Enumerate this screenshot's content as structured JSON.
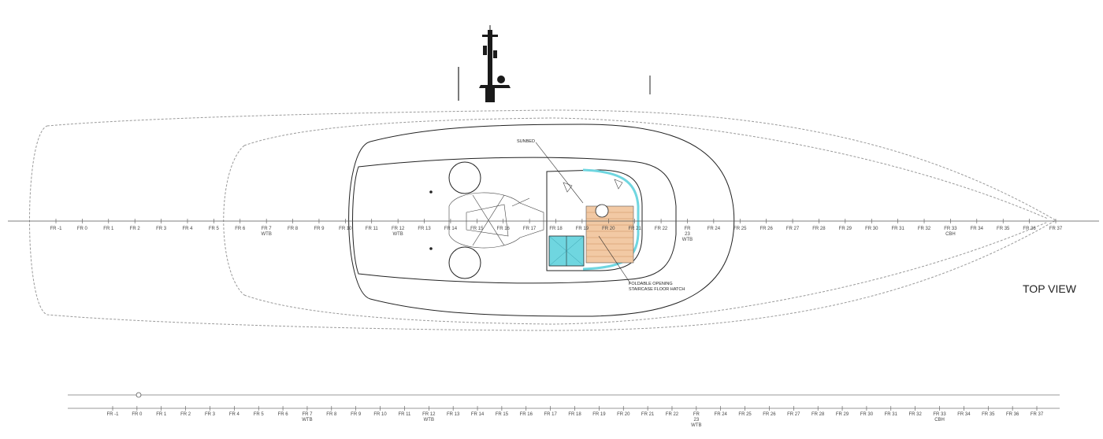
{
  "view_title": "TOP VIEW",
  "notes": {
    "sunbed": "SUNBED",
    "hatch_line1": "FOLDABLE OPENING",
    "hatch_line2": "STAIRCASE FLOOR HATCH"
  },
  "frames_top": [
    {
      "label": "FR -1"
    },
    {
      "label": "FR 0"
    },
    {
      "label": "FR 1"
    },
    {
      "label": "FR 2"
    },
    {
      "label": "FR 3"
    },
    {
      "label": "FR 4"
    },
    {
      "label": "FR 5"
    },
    {
      "label": "FR 6"
    },
    {
      "label": "FR 7",
      "sub": "WTB"
    },
    {
      "label": "FR 8"
    },
    {
      "label": "FR 9"
    },
    {
      "label": "FR 10"
    },
    {
      "label": "FR 11"
    },
    {
      "label": "FR 12",
      "sub": "WTB"
    },
    {
      "label": "FR 13"
    },
    {
      "label": "FR 14"
    },
    {
      "label": "FR 15"
    },
    {
      "label": "FR 16"
    },
    {
      "label": "FR 17"
    },
    {
      "label": "FR 18"
    },
    {
      "label": "FR 19"
    },
    {
      "label": "FR 20"
    },
    {
      "label": "FR 21"
    },
    {
      "label": "FR 22"
    },
    {
      "label": "FR",
      "sub": "23",
      "sub2": "WTB"
    },
    {
      "label": "FR 24"
    },
    {
      "label": "FR 25"
    },
    {
      "label": "FR 26"
    },
    {
      "label": "FR 27"
    },
    {
      "label": "FR 28"
    },
    {
      "label": "FR 29"
    },
    {
      "label": "FR 30"
    },
    {
      "label": "FR 31"
    },
    {
      "label": "FR 32"
    },
    {
      "label": "FR 33",
      "sub": "CBH"
    },
    {
      "label": "FR 34"
    },
    {
      "label": "FR 35"
    },
    {
      "label": "FR 36"
    },
    {
      "label": "FR 37"
    }
  ],
  "frames_bottom": [
    {
      "label": "FR -1"
    },
    {
      "label": "FR 0"
    },
    {
      "label": "FR 1"
    },
    {
      "label": "FR 2"
    },
    {
      "label": "FR 3"
    },
    {
      "label": "FR 4"
    },
    {
      "label": "FR 5"
    },
    {
      "label": "FR 6"
    },
    {
      "label": "FR 7",
      "sub": "WTB"
    },
    {
      "label": "FR 8"
    },
    {
      "label": "FR 9"
    },
    {
      "label": "FR 10"
    },
    {
      "label": "FR 11"
    },
    {
      "label": "FR 12",
      "sub": "WTB"
    },
    {
      "label": "FR 13"
    },
    {
      "label": "FR 14"
    },
    {
      "label": "FR 15"
    },
    {
      "label": "FR 16"
    },
    {
      "label": "FR 17"
    },
    {
      "label": "FR 18"
    },
    {
      "label": "FR 19"
    },
    {
      "label": "FR 20"
    },
    {
      "label": "FR 21"
    },
    {
      "label": "FR 22"
    },
    {
      "label": "FR",
      "sub": "23",
      "sub2": "WTB"
    },
    {
      "label": "FR 24"
    },
    {
      "label": "FR 25"
    },
    {
      "label": "FR 26"
    },
    {
      "label": "FR 27"
    },
    {
      "label": "FR 28"
    },
    {
      "label": "FR 29"
    },
    {
      "label": "FR 30"
    },
    {
      "label": "FR 31"
    },
    {
      "label": "FR 32"
    },
    {
      "label": "FR 33",
      "sub": "CBH"
    },
    {
      "label": "FR 34"
    },
    {
      "label": "FR 35"
    },
    {
      "label": "FR 36"
    },
    {
      "label": "FR 37"
    }
  ],
  "colors": {
    "stroke": "#222222",
    "hull_dashed": "#9a9a9a",
    "hatch_cyan": "#6fd6e0",
    "deck_wood": "#f2c9a4"
  }
}
